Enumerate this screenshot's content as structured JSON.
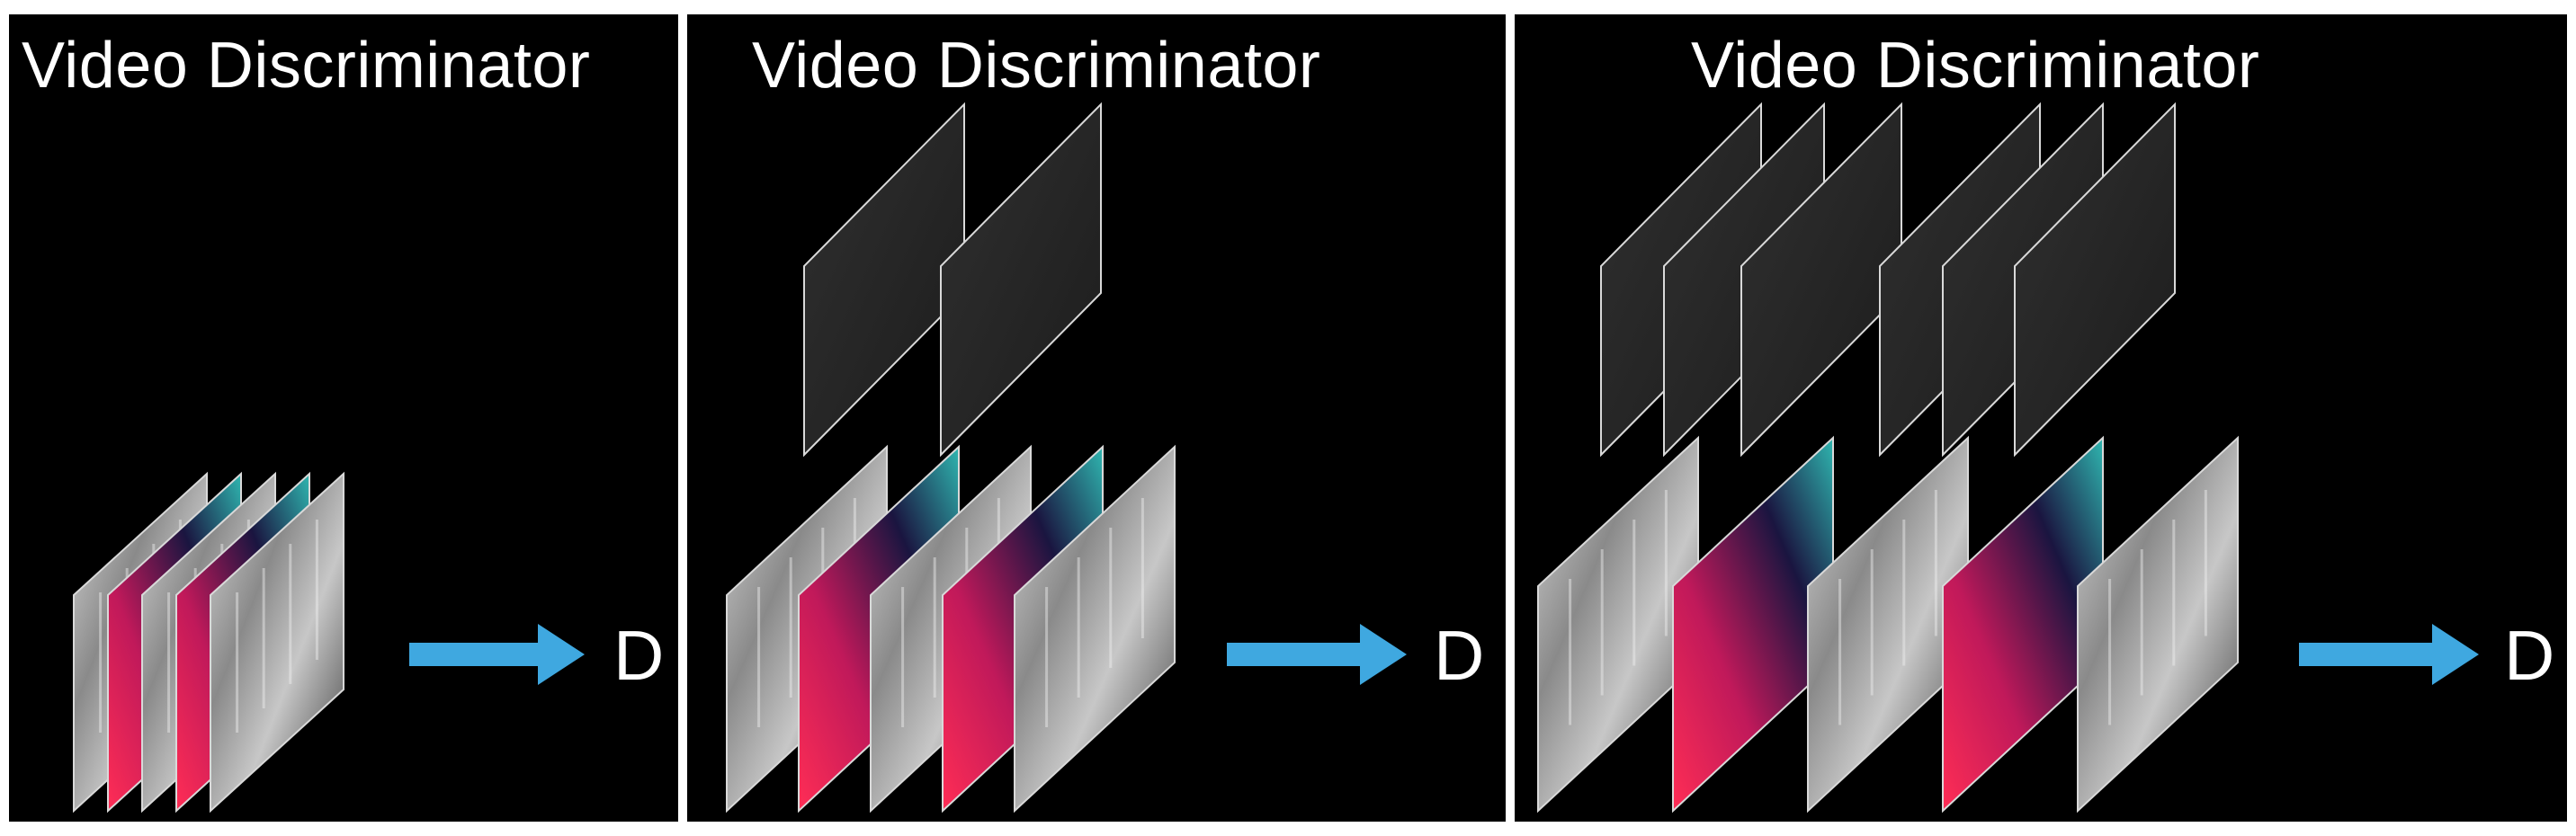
{
  "panels": [
    {
      "title": "Video Discriminator",
      "output_label": "D",
      "feature_frames": 0,
      "input_frames": 5,
      "input_pattern": [
        "street",
        "pink",
        "street",
        "pink",
        "street"
      ]
    },
    {
      "title": "Video Discriminator",
      "output_label": "D",
      "feature_frames": 2,
      "input_frames": 5,
      "input_pattern": [
        "street",
        "pink",
        "street",
        "pink",
        "street"
      ]
    },
    {
      "title": "Video Discriminator",
      "output_label": "D",
      "feature_frames": 6,
      "input_frames": 5,
      "input_pattern": [
        "street",
        "pink",
        "street",
        "pink",
        "street"
      ]
    }
  ],
  "colors": {
    "background": "#000000",
    "arrow": "#3fa8e0",
    "text": "#ffffff",
    "frame_border": "#d9d9d9",
    "feature_fill": "#262626",
    "street_light": "#bdbdbd",
    "street_dark": "#4a4a4a",
    "pink": "#e8285a",
    "cyan": "#2fb6b0",
    "navy": "#101545"
  },
  "icons": {
    "arrow": "right-arrow-icon"
  }
}
